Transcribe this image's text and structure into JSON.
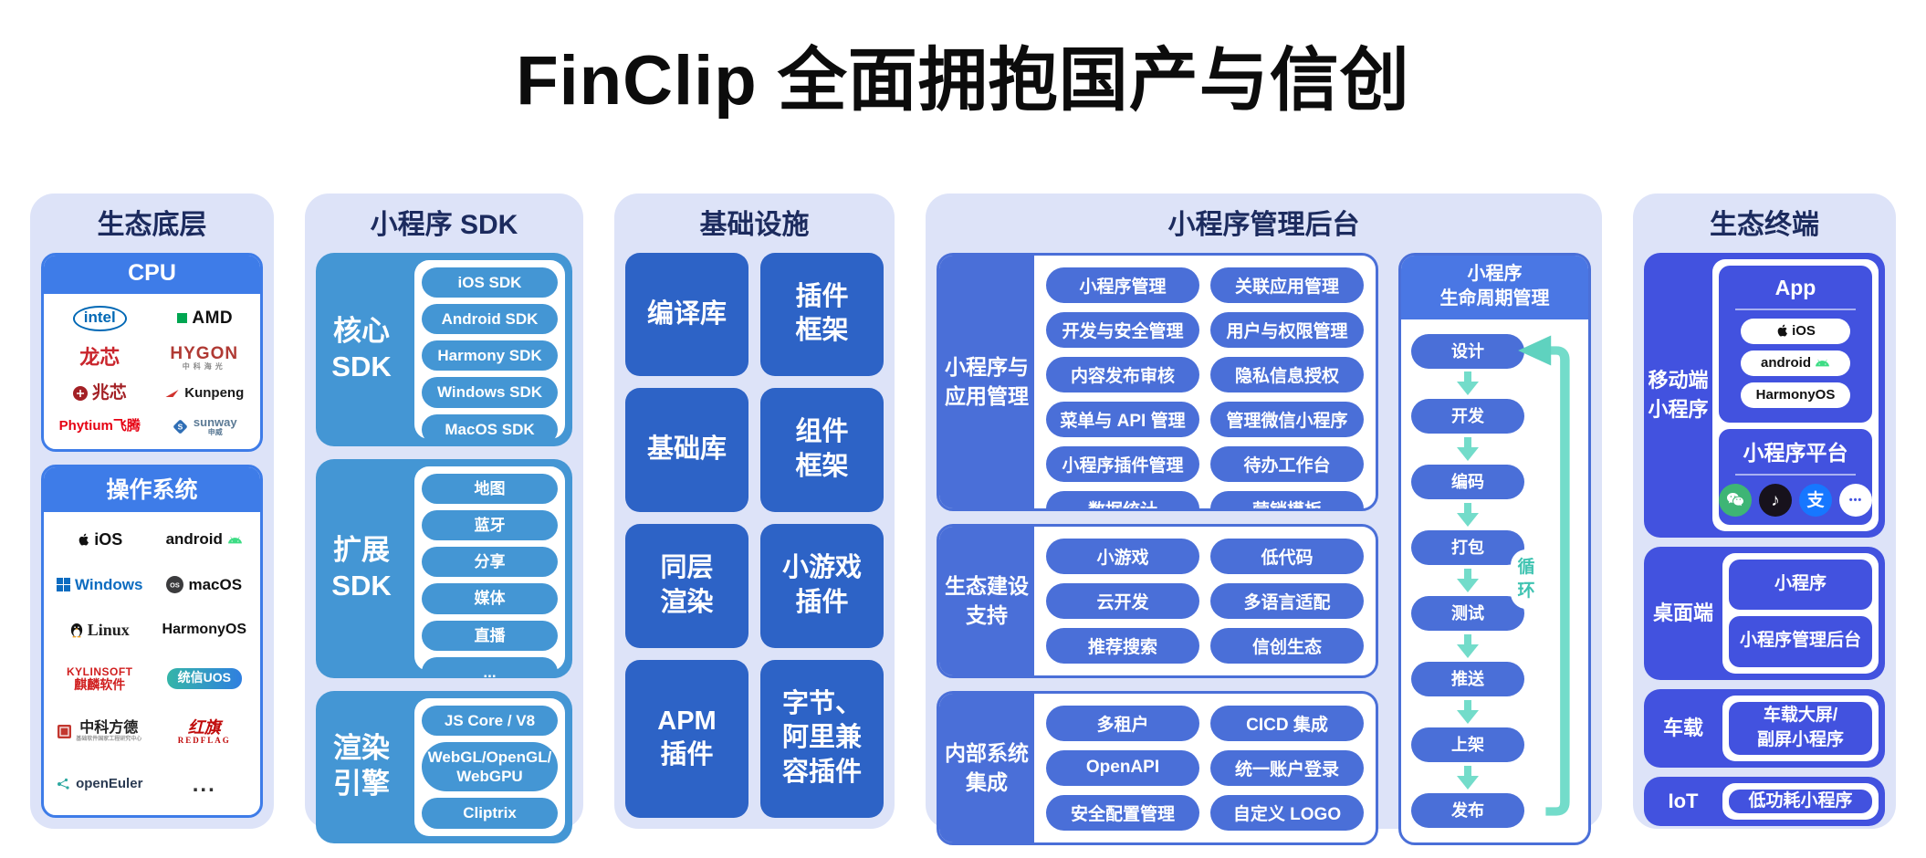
{
  "page_title": "FinClip 全面拥抱国产与信创",
  "colors": {
    "panel_bg": "#dde3f8",
    "navy_text": "#1c2b5e",
    "header_blue": "#3e7ce8",
    "sdk_blue": "#4496d4",
    "infra_blue": "#2d63c6",
    "admin_blue": "#4a6fd8",
    "lifecycle_header_blue": "#4a77e4",
    "terminal_indigo": "#4252df",
    "loop_teal": "#73dcca"
  },
  "base_layer": {
    "title": "生态底层",
    "cpu": {
      "header": "CPU",
      "brands": [
        {
          "key": "intel",
          "label": "intel",
          "color": "#0068b5",
          "icon": "none"
        },
        {
          "key": "amd",
          "label": "AMD",
          "color": "#111111",
          "icon": "amd-square"
        },
        {
          "key": "loongson",
          "label": "龙芯",
          "color": "#c9252c",
          "icon": "none"
        },
        {
          "key": "hygon",
          "label": "HYGON",
          "sub": "中科海光",
          "color": "#b03a34",
          "icon": "none"
        },
        {
          "key": "zhaoxin",
          "label": "兆芯",
          "color": "#a32025",
          "icon": "zhaoxin-logo"
        },
        {
          "key": "kunpeng",
          "label": "Kunpeng",
          "color": "#1a1a1a",
          "icon": "kunpeng-logo"
        },
        {
          "key": "phytium",
          "label": "Phytium飞腾",
          "color": "#e60012",
          "icon": "none"
        },
        {
          "key": "sunway",
          "label": "sunway",
          "sub": "申威",
          "color": "#5b7a95",
          "icon": "sunway-logo"
        }
      ]
    },
    "os": {
      "header": "操作系统",
      "brands": [
        {
          "key": "ios",
          "label": "iOS",
          "color": "#111111",
          "icon": "apple-logo"
        },
        {
          "key": "android",
          "label": "android",
          "color": "#111111",
          "icon": "android-logo"
        },
        {
          "key": "windows",
          "label": "Windows",
          "color": "#0d6cc0",
          "icon": "windows-logo"
        },
        {
          "key": "macos",
          "label": "macOS",
          "color": "#111111",
          "icon": "macos-logo"
        },
        {
          "key": "linux",
          "label": "Linux",
          "color": "#222222",
          "icon": "linux-logo"
        },
        {
          "key": "harmonyos",
          "label": "HarmonyOS",
          "color": "#111111",
          "icon": "none"
        },
        {
          "key": "kylinsoft",
          "label": "KYLINSOFT",
          "sub": "麒麟软件",
          "color": "#d01e1e",
          "icon": "none"
        },
        {
          "key": "uos",
          "label": "统信UOS",
          "color": "#ffffff",
          "icon": "none"
        },
        {
          "key": "fangde",
          "label": "中科方德",
          "sub": "基础软件国家工程研究中心",
          "color": "#222222",
          "icon": "fangde-logo"
        },
        {
          "key": "redflag",
          "label": "红旗",
          "sub": "REDFLAG",
          "color": "#c00a0a",
          "icon": "none"
        },
        {
          "key": "openeuler",
          "label": "openEuler",
          "color": "#2a3a52",
          "icon": "openeuler-logo"
        },
        {
          "key": "dots",
          "label": "...",
          "color": "#333333",
          "icon": "none"
        }
      ]
    }
  },
  "sdk": {
    "title": "小程序 SDK",
    "groups": [
      {
        "label": "核心\nSDK",
        "items": [
          "iOS SDK",
          "Android SDK",
          "Harmony SDK",
          "Windows SDK",
          "MacOS SDK"
        ]
      },
      {
        "label": "扩展\nSDK",
        "items": [
          "地图",
          "蓝牙",
          "分享",
          "媒体",
          "直播",
          "..."
        ]
      },
      {
        "label": "渲染\n引擎",
        "items": [
          "JS Core / V8",
          "WebGL/OpenGL/\nWebGPU",
          "Cliptrix"
        ]
      }
    ]
  },
  "infrastructure": {
    "title": "基础设施",
    "blocks": [
      "编译库",
      "插件\n框架",
      "基础库",
      "组件\n框架",
      "同层\n渲染",
      "小游戏\n插件",
      "APM\n插件",
      "字节、\n阿里兼\n容插件"
    ]
  },
  "admin": {
    "title": "小程序管理后台",
    "groups": [
      {
        "label": "小程序与\n应用管理",
        "items": [
          "小程序管理",
          "关联应用管理",
          "开发与安全管理",
          "用户与权限管理",
          "内容发布审核",
          "隐私信息授权",
          "菜单与 API 管理",
          "管理微信小程序",
          "小程序插件管理",
          "待办工作台",
          "数据统计",
          "营销模板"
        ]
      },
      {
        "label": "生态建设\n支持",
        "items": [
          "小游戏",
          "低代码",
          "云开发",
          "多语言适配",
          "推荐搜索",
          "信创生态"
        ]
      },
      {
        "label": "内部系统\n集成",
        "items": [
          "多租户",
          "CICD 集成",
          "OpenAPI",
          "统一账户登录",
          "安全配置管理",
          "自定义 LOGO"
        ]
      }
    ],
    "lifecycle": {
      "title": "小程序\n生命周期管理",
      "steps": [
        "设计",
        "开发",
        "编码",
        "打包",
        "测试",
        "推送",
        "上架",
        "发布"
      ],
      "loop_label": "循环"
    }
  },
  "terminals": {
    "title": "生态终端",
    "mobile": {
      "label": "移动端\n小程序",
      "app_box": {
        "title": "App",
        "pills": [
          {
            "label": "iOS",
            "icon": "apple-logo",
            "icon_pos": "before"
          },
          {
            "label": "android",
            "icon": "android-logo",
            "icon_pos": "after"
          },
          {
            "label": "HarmonyOS",
            "icon": "none",
            "icon_pos": "none"
          }
        ]
      },
      "platform_box": {
        "title": "小程序平台",
        "icons": [
          {
            "key": "wechat",
            "glyph": "wechat-bubbles"
          },
          {
            "key": "douyin",
            "glyph": "music-note"
          },
          {
            "key": "alipay",
            "glyph": "支"
          },
          {
            "key": "more",
            "glyph": "ellipsis"
          }
        ]
      }
    },
    "simple_groups": [
      {
        "label": "桌面端",
        "boxes": [
          "小程序",
          "小程序管理后台"
        ]
      },
      {
        "label": "车载",
        "boxes": [
          "车载大屏/\n副屏小程序"
        ]
      },
      {
        "label": "IoT",
        "boxes": [
          "低功耗小程序"
        ]
      }
    ]
  }
}
